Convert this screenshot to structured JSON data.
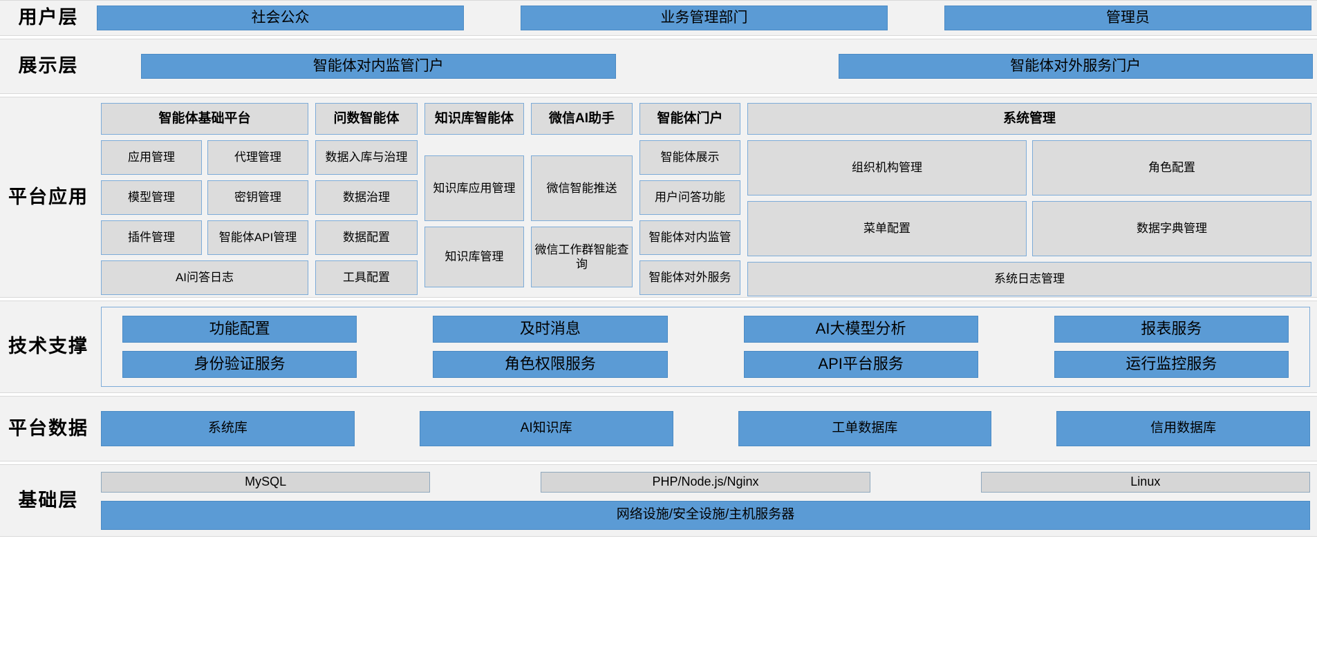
{
  "layers": {
    "user": {
      "label": "用户层",
      "items": [
        "社会公众",
        "业务管理部门",
        "管理员"
      ]
    },
    "presentation": {
      "label": "展示层",
      "items": [
        "智能体对内监管门户",
        "智能体对外服务门户"
      ]
    },
    "platform_app": {
      "label_line1": "平台",
      "label_line2": "应用",
      "columns": [
        {
          "header": "智能体基础平台",
          "pairs": [
            [
              "应用管理",
              "代理管理"
            ],
            [
              "模型管理",
              "密钥管理"
            ],
            [
              "插件管理",
              "智能体API管理"
            ]
          ],
          "full": [
            "AI问答日志"
          ]
        },
        {
          "header": "问数智能体",
          "items": [
            "数据入库与治理",
            "数据治理",
            "数据配置",
            "工具配置"
          ]
        },
        {
          "header": "知识库智能体",
          "items": [
            "知识库应用管理",
            "知识库管理"
          ]
        },
        {
          "header": "微信AI助手",
          "items": [
            "微信智能推送",
            "微信工作群智能查询"
          ]
        },
        {
          "header": "智能体门户",
          "items": [
            "智能体展示",
            "用户问答功能",
            "智能体对内监管",
            "智能体对外服务"
          ]
        },
        {
          "header": "系统管理",
          "pairs": [
            [
              "组织机构管理",
              "角色配置"
            ],
            [
              "菜单配置",
              "数据字典管理"
            ]
          ],
          "full": [
            "系统日志管理"
          ]
        }
      ]
    },
    "technical": {
      "label_line1": "技术",
      "label_line2": "支撑",
      "row1": [
        "功能配置",
        "及时消息",
        "AI大模型分析",
        "报表服务"
      ],
      "row2": [
        "身份验证服务",
        "角色权限服务",
        "API平台服务",
        "运行监控服务"
      ]
    },
    "platform_data": {
      "label_line1": "平台",
      "label_line2": "数据",
      "items": [
        "系统库",
        "AI知识库",
        "工单数据库",
        "信用数据库"
      ]
    },
    "infrastructure": {
      "label": "基础层",
      "stack": [
        "MySQL",
        "PHP/Node.js/Nginx",
        "Linux"
      ],
      "foundation": "网络设施/安全设施/主机服务器"
    }
  },
  "colors": {
    "blue": "#5b9bd5",
    "grey_box": "#dcdcdc",
    "band": "#f2f2f2",
    "border_blue": "#7cabd8"
  }
}
